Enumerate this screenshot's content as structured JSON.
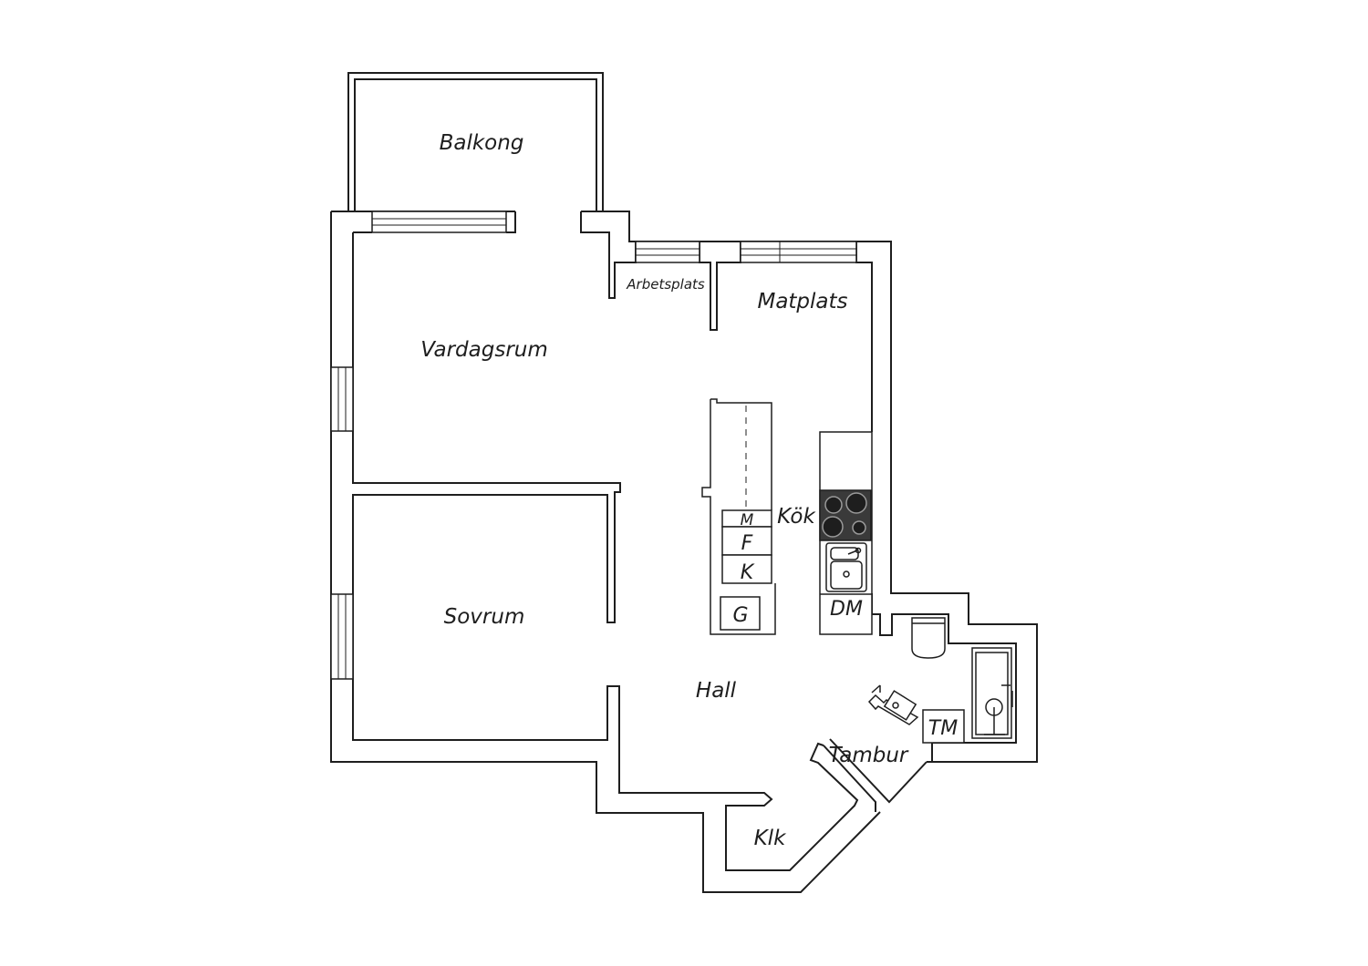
{
  "rooms": {
    "balcony": "Balkong",
    "living_room": "Vardagsrum",
    "workspace": "Arbetsplats",
    "dining": "Matplats",
    "kitchen": "Kök",
    "bedroom": "Sovrum",
    "hall": "Hall",
    "vestibule": "Tambur",
    "closet": "Klk"
  },
  "fixtures": {
    "microwave": "M",
    "freezer": "F",
    "fridge": "K",
    "wardrobe": "G",
    "dishwasher": "DM",
    "washing_machine": "TM"
  },
  "colors": {
    "line": "#1e1e1e",
    "stove": "#3a3a3a",
    "background": "#ffffff"
  }
}
